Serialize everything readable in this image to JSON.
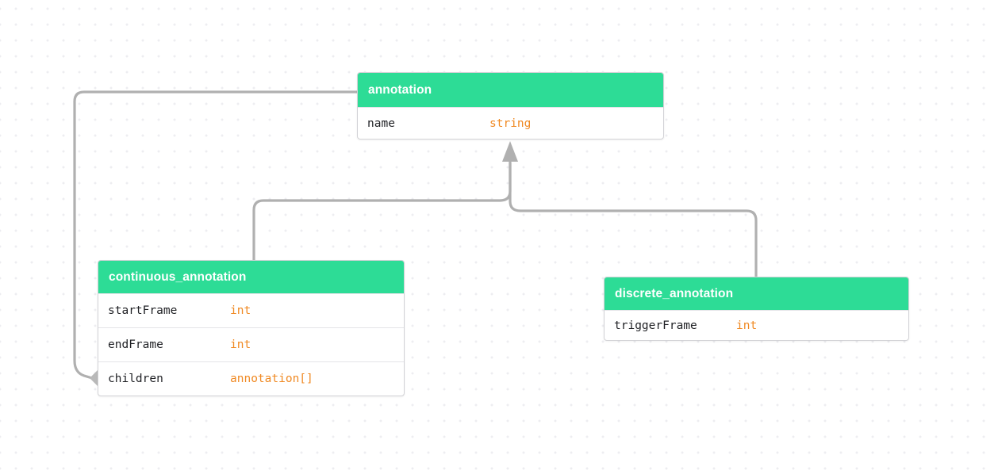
{
  "diagram": {
    "type": "entity-relationship-diagram",
    "background": "#ffffff",
    "grid_color": "#ececf0",
    "header_color": "#2ddc96",
    "type_color": "#f08a24",
    "edge_color": "#b0b0b0",
    "entities": [
      {
        "id": "annotation",
        "title": "annotation",
        "fields": [
          {
            "name": "name",
            "type": "string"
          }
        ]
      },
      {
        "id": "continuous_annotation",
        "title": "continuous_annotation",
        "fields": [
          {
            "name": "startFrame",
            "type": "int"
          },
          {
            "name": "endFrame",
            "type": "int"
          },
          {
            "name": "children",
            "type": "annotation[]"
          }
        ]
      },
      {
        "id": "discrete_annotation",
        "title": "discrete_annotation",
        "fields": [
          {
            "name": "triggerFrame",
            "type": "int"
          }
        ]
      }
    ],
    "relationships": [
      {
        "id": "continuous-inherits-annotation",
        "from": "continuous_annotation",
        "to": "annotation",
        "marker": "inheritance-arrow"
      },
      {
        "id": "discrete-inherits-annotation",
        "from": "discrete_annotation",
        "to": "annotation",
        "marker": "inheritance-arrow"
      },
      {
        "id": "continuous-children-aggregation",
        "from": "continuous_annotation.children",
        "to": "annotation",
        "marker": "aggregation-diamond"
      }
    ]
  }
}
